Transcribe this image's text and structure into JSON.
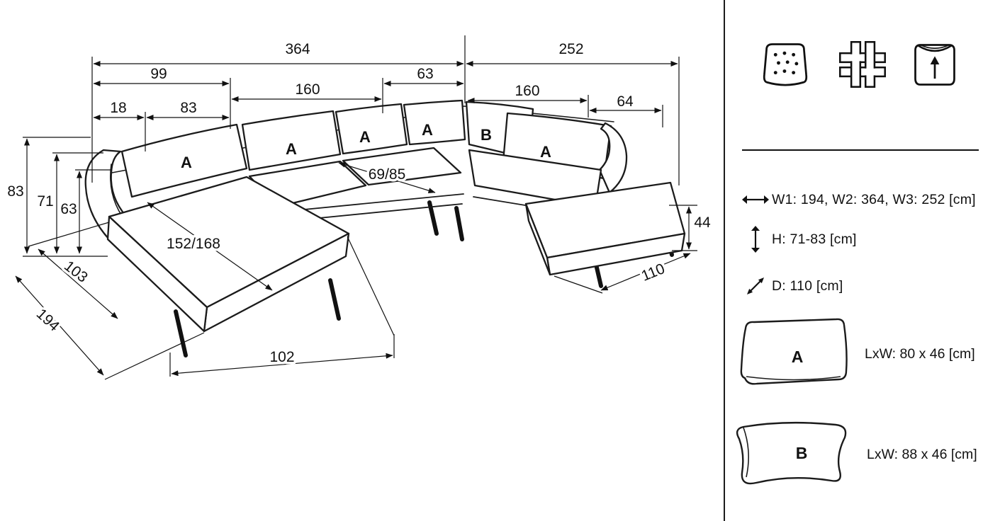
{
  "diagram": {
    "dims": {
      "w364": "364",
      "w252": "252",
      "w99": "99",
      "w63_top": "63",
      "w160_left": "160",
      "w160_right": "160",
      "w64": "64",
      "w18": "18",
      "w83_top": "83",
      "h83": "83",
      "h71": "71",
      "h63": "63",
      "w103": "103",
      "w194": "194",
      "w102": "102",
      "w110": "110",
      "h44": "44",
      "seat_chaise": "152/168",
      "seat_center": "69/85"
    },
    "cushions": [
      "A",
      "A",
      "A",
      "A",
      "B",
      "A"
    ]
  },
  "panel": {
    "icons": [
      {
        "name": "seat-cushion-dots-icon"
      },
      {
        "name": "fabric-weave-icon"
      },
      {
        "name": "removable-cover-icon"
      }
    ],
    "legend": [
      {
        "icon": "width-double-arrow-icon",
        "text": "W1: 194, W2: 364, W3: 252 [cm]"
      },
      {
        "icon": "height-double-arrow-icon",
        "text": "H: 71-83 [cm]"
      },
      {
        "icon": "depth-double-arrow-icon",
        "text": "D: 110 [cm]"
      }
    ],
    "pillows": [
      {
        "label": "A",
        "text": "LxW: 80 x 46 [cm]"
      },
      {
        "label": "B",
        "text": "LxW: 88 x 46 [cm]"
      }
    ]
  }
}
